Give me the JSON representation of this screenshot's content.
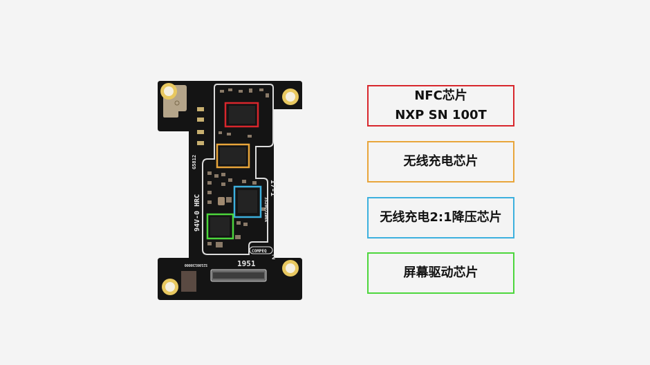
{
  "colors": {
    "background": "#f4f4f4",
    "board": "#141414",
    "gold": "#e8c860",
    "nfc": "#d8262c",
    "wireless_charging": "#e8a53a",
    "charge_pump": "#3cb0de",
    "display_driver": "#4cd63c"
  },
  "board_markings": {
    "rating": "94V-0 HRC",
    "code": "G5812",
    "revision": "17-1",
    "date": "1951",
    "maker": "COMPEQ",
    "side": "2",
    "part": "3520QJ1W0A",
    "serial": "S2100130000"
  },
  "labels": [
    {
      "id": "nfc",
      "lines": [
        "NFC芯片",
        "NXP SN 100T"
      ],
      "color": "#d8262c"
    },
    {
      "id": "wireless_charging",
      "lines": [
        "无线充电芯片"
      ],
      "color": "#e8a53a"
    },
    {
      "id": "charge_pump",
      "lines": [
        "无线充电2:1降压芯片"
      ],
      "color": "#3cb0de"
    },
    {
      "id": "display_driver",
      "lines": [
        "屏幕驱动芯片"
      ],
      "color": "#4cd63c"
    }
  ]
}
